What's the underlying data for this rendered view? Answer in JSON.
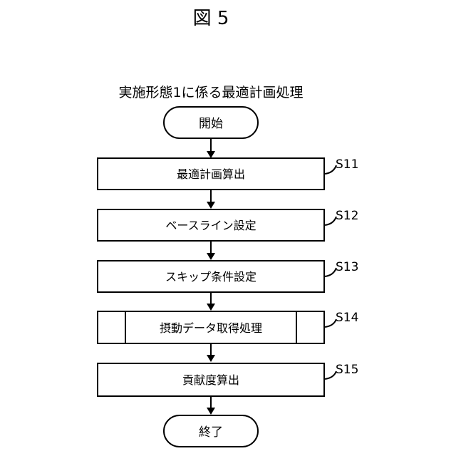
{
  "figure_label": "図 5",
  "flow_title": "実施形態1に係る最適計画処理",
  "start_label": "開始",
  "end_label": "終了",
  "steps": [
    {
      "id": "S11",
      "label": "最適計画算出",
      "kind": "process"
    },
    {
      "id": "S12",
      "label": "ベースライン設定",
      "kind": "process"
    },
    {
      "id": "S13",
      "label": "スキップ条件設定",
      "kind": "process"
    },
    {
      "id": "S14",
      "label": "摂動データ取得処理",
      "kind": "subroutine"
    },
    {
      "id": "S15",
      "label": "貢献度算出",
      "kind": "process"
    }
  ]
}
